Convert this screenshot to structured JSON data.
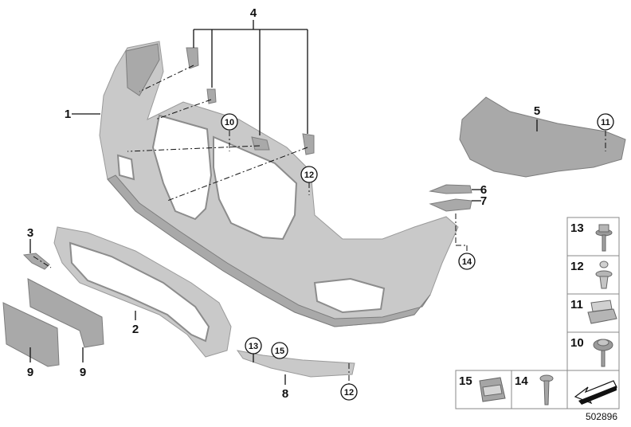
{
  "callouts": {
    "c1": "1",
    "c2": "2",
    "c3": "3",
    "c4": "4",
    "c5": "5",
    "c6": "6",
    "c7": "7",
    "c8": "8",
    "c9a": "9",
    "c9b": "9",
    "c10": "10",
    "c11": "11",
    "c12a": "12",
    "c12b": "12",
    "c13": "13",
    "c14": "14",
    "c15": "15"
  },
  "legend": {
    "r13": "13",
    "r12": "12",
    "r11": "11",
    "r10": "10",
    "r15": "15",
    "r14": "14"
  },
  "diagram_ref": "502896"
}
